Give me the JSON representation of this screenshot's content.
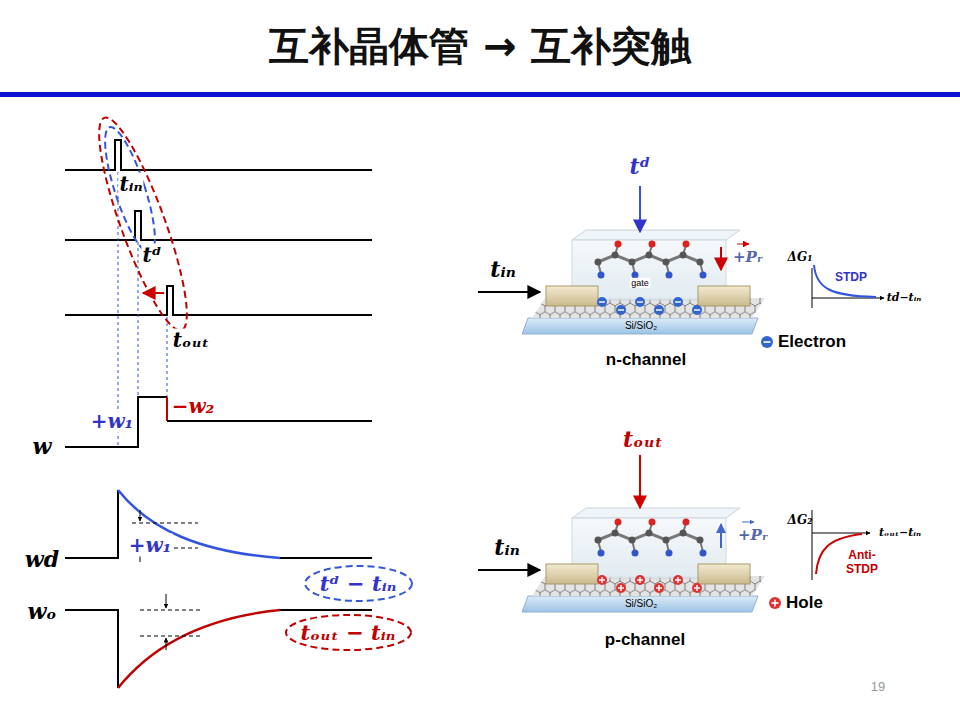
{
  "diagram": {
    "title": "互补晶体管 → 互补突触",
    "nodes": [
      {
        "text": [
          "tᵈ − tᵢₙ"
        ]
      },
      {
        "text": [
          "tₒᵤₜ − tᵢₙ"
        ]
      }
    ],
    "labels": [
      "tᵢₙ",
      "tᵈ",
      "tₒᵤₜ",
      "+w₁",
      "−w₂",
      "w",
      "+w₁",
      "wd",
      "wₒ",
      "tᵈ",
      "tᵢₙ",
      "+Pᵣ",
      "gate",
      "Si/SiO₂",
      "n-channel",
      "ΔG₁",
      "STDP",
      "td−tᵢₙ",
      "tₒᵤₜ",
      "tᵢₙ",
      "+Pᵣ",
      "Si/SiO₂",
      "p-channel",
      "ΔG₂",
      "tₒᵤₜ−tᵢₙ",
      "Anti-STDP",
      "19"
    ],
    "legend": [
      {
        "text": "Electron"
      },
      {
        "text": "Hole"
      }
    ]
  }
}
